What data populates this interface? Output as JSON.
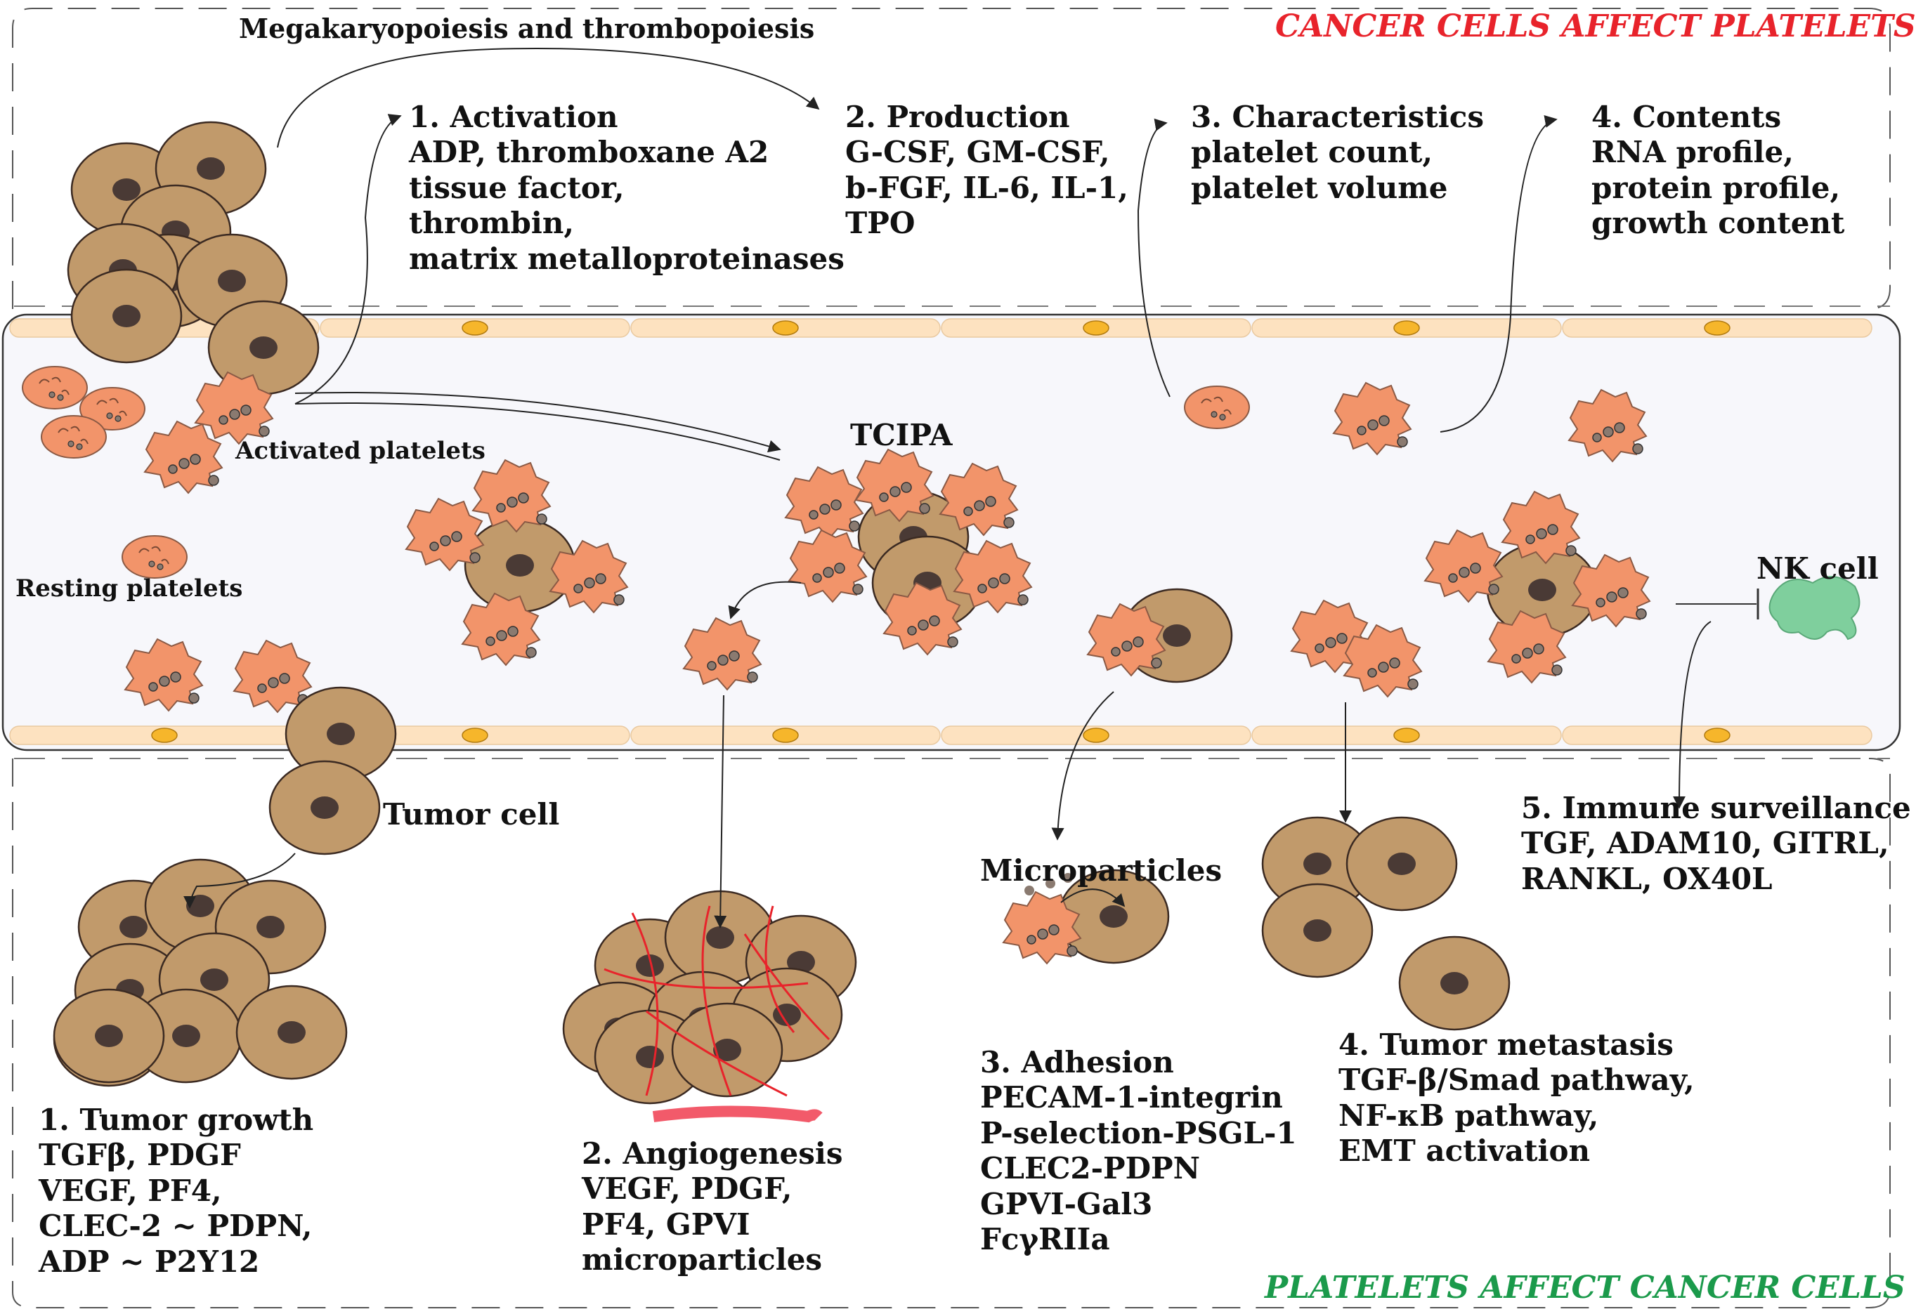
{
  "headers": {
    "top": "CANCER CELLS AFFECT PLATELETS",
    "bottom": "PLATELETS AFFECT CANCER CELLS"
  },
  "megakaryopoiesis": "Megakaryopoiesis and thrombopoiesis",
  "top_panels": {
    "activation": {
      "title": "1. Activation",
      "items": [
        "ADP, thromboxane A2",
        "tissue factor,",
        "thrombin,",
        "matrix metalloproteinases"
      ]
    },
    "production": {
      "title": "2. Production",
      "items": [
        "G-CSF, GM-CSF,",
        "b-FGF, IL-6, IL-1,",
        "TPO"
      ]
    },
    "characteristics": {
      "title": "3. Characteristics",
      "items": [
        "platelet count,",
        "platelet volume"
      ]
    },
    "contents": {
      "title": "4. Contents",
      "items": [
        "RNA profile,",
        "protein profile,",
        "growth content"
      ]
    }
  },
  "vessel_labels": {
    "activated_platelets": "Activated platelets",
    "resting_platelets": "Resting platelets",
    "tcipa": "TCIPA",
    "nk_cell": "NK cell",
    "tumor_cell": "Tumor cell",
    "microparticles": "Microparticles"
  },
  "bottom_panels": {
    "tumor_growth": {
      "title": "1. Tumor growth",
      "items": [
        "TGFβ, PDGF",
        "VEGF, PF4,",
        "CLEC-2 ~ PDPN,",
        "ADP ~ P2Y12"
      ]
    },
    "angiogenesis": {
      "title": "2. Angiogenesis",
      "items": [
        "VEGF, PDGF,",
        "PF4, GPVI",
        "microparticles"
      ]
    },
    "adhesion": {
      "title": "3. Adhesion",
      "items": [
        "PECAM-1-integrin",
        "P-selection-PSGL-1",
        "CLEC2-PDPN",
        "GPVI-Gal3",
        "FcγRIIa"
      ]
    },
    "metastasis": {
      "title": "4. Tumor metastasis",
      "items": [
        "TGF-β/Smad pathway,",
        "NF-κB pathway,",
        "EMT activation"
      ]
    },
    "immune": {
      "title": "5. Immune surveillance",
      "items": [
        "TGF, ADAM10, GITRL,",
        "RANKL, OX40L"
      ]
    }
  },
  "colors": {
    "cell_fill": "#c19a6b",
    "cell_nucleus": "#4a3a35",
    "platelet_fill": "#f2946a",
    "granule": "#8a7a70",
    "nk_cell": "#7fcf9d",
    "vessel_wall": "#fde2c0",
    "endothelial_nucleus": "#f6b62b",
    "vessel_fill": "#f7f7fb",
    "vessel_red": "#e8232b",
    "title_red": "#e8232b",
    "title_green": "#1b9a4b"
  }
}
